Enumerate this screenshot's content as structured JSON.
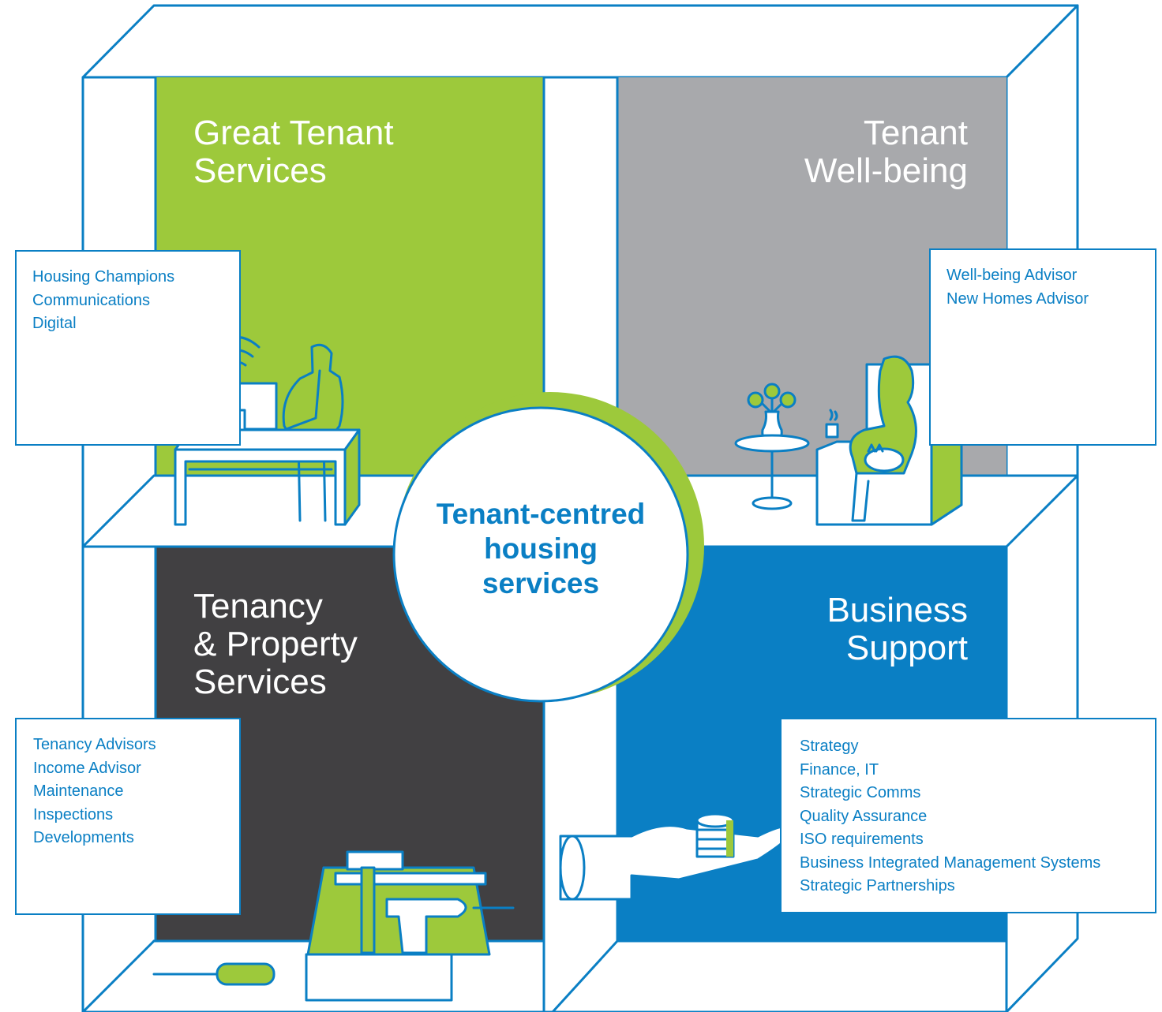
{
  "center": {
    "lines": [
      "Tenant-centred",
      "housing",
      "services"
    ]
  },
  "quadrants": {
    "great_tenant_services": {
      "title_lines": [
        "Great Tenant",
        "Services"
      ],
      "items": [
        "Housing Champions",
        "Communications",
        "Digital"
      ]
    },
    "tenant_wellbeing": {
      "title_lines": [
        "Tenant",
        "Well-being"
      ],
      "items": [
        "Well-being Advisor",
        "New Homes Advisor"
      ]
    },
    "tenancy_property_services": {
      "title_lines": [
        "Tenancy",
        "& Property",
        "Services"
      ],
      "items": [
        "Tenancy Advisors",
        "Income Advisor",
        "Maintenance",
        "Inspections",
        "Developments"
      ]
    },
    "business_support": {
      "title_lines": [
        "Business",
        "Support"
      ],
      "items": [
        "Strategy",
        "Finance, IT",
        "Strategic Comms",
        "Quality Assurance",
        "ISO requirements",
        "Business Integrated Management Systems",
        "Strategic Partnerships"
      ]
    }
  },
  "colors": {
    "outline_blue": "#0a7fc4",
    "green": "#9dc93b",
    "grey": "#a8a9ac",
    "dark": "#414042",
    "business_blue": "#0a7fc4",
    "white": "#ffffff"
  },
  "icons": [
    "wifi-icon",
    "computer-monitor-icon",
    "person-at-desk-icon",
    "vase-flowers-icon",
    "side-table-icon",
    "coffee-cup-icon",
    "woman-in-armchair-icon",
    "cat-icon",
    "hammer-icon",
    "drill-icon",
    "toolbox-icon",
    "screwdriver-icon",
    "hand-holding-coins-icon",
    "coin-stack-icon"
  ]
}
